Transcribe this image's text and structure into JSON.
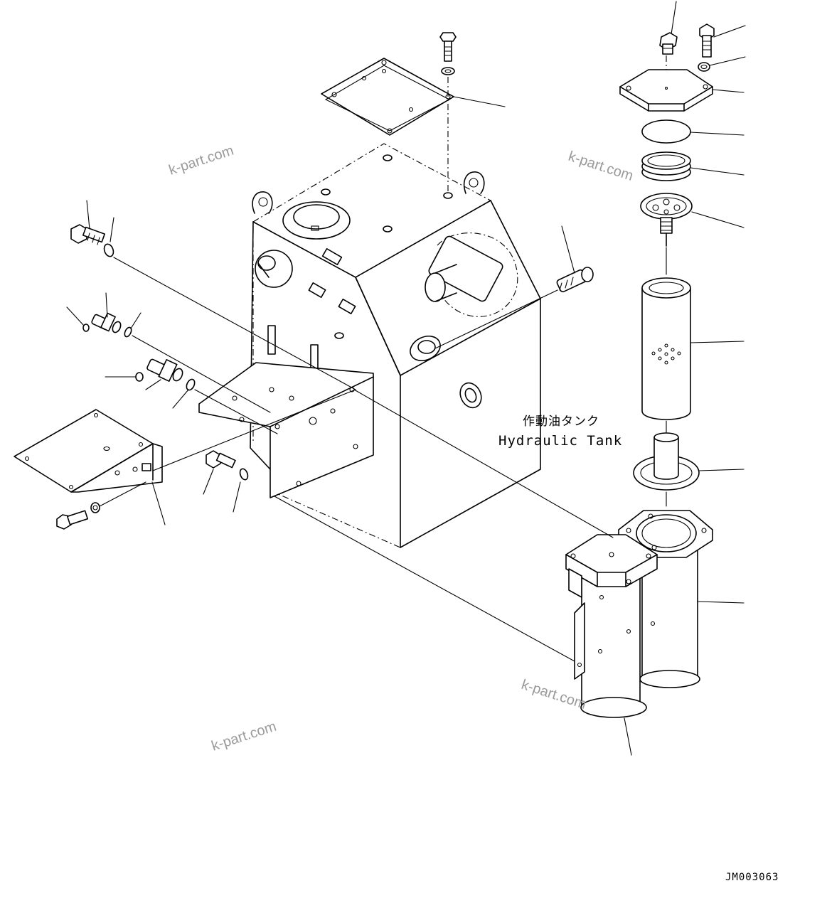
{
  "tank_label": {
    "japanese": "作動油タンク",
    "english": "Hydraulic Tank"
  },
  "drawing_code": "JM003063",
  "watermarks": [
    "k-part.com",
    "k-part.com",
    "k-part.com",
    "k-part.com"
  ]
}
